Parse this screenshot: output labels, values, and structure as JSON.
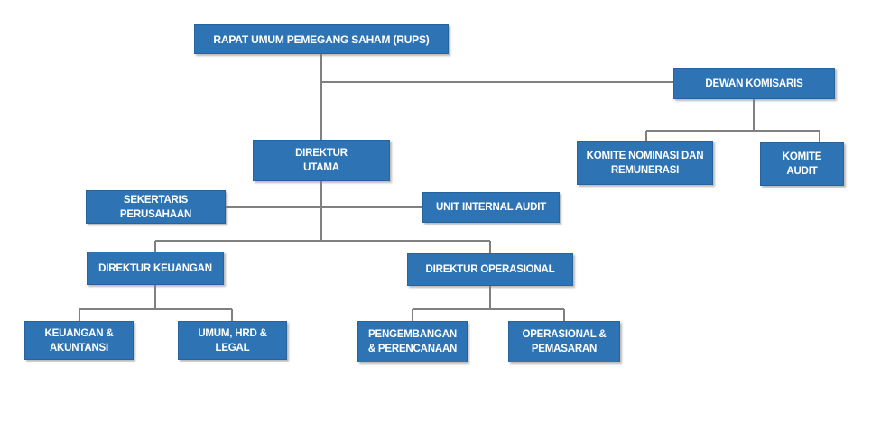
{
  "diagram": {
    "type": "org-chart",
    "colors": {
      "box_fill": "#2E74B5",
      "box_border": "#27649E",
      "box_text": "#FFFFFF",
      "connector": "#808080",
      "background": "#FFFFFF"
    },
    "nodes": {
      "rups": {
        "lines": [
          "RAPAT UMUM PEMEGANG SAHAM (RUPS)"
        ]
      },
      "dewan_komisaris": {
        "lines": [
          "DEWAN KOMISARIS"
        ]
      },
      "direktur_utama": {
        "lines": [
          "DIREKTUR",
          "UTAMA"
        ]
      },
      "komite_nominasi_remunerasi": {
        "lines": [
          "KOMITE NOMINASI DAN",
          "REMUNERASI"
        ]
      },
      "komite_audit": {
        "lines": [
          "KOMITE",
          "AUDIT"
        ]
      },
      "sekertaris_perusahaan": {
        "lines": [
          "SEKERTARIS",
          "PERUSAHAAN"
        ]
      },
      "unit_internal_audit": {
        "lines": [
          "UNIT INTERNAL AUDIT"
        ]
      },
      "direktur_keuangan": {
        "lines": [
          "DIREKTUR KEUANGAN"
        ]
      },
      "direktur_operasional": {
        "lines": [
          "DIREKTUR OPERASIONAL"
        ]
      },
      "keuangan_akuntansi": {
        "lines": [
          "KEUANGAN &",
          "AKUNTANSI"
        ]
      },
      "umum_hrd_legal": {
        "lines": [
          "UMUM, HRD &",
          "LEGAL"
        ]
      },
      "pengembangan_perencanaan": {
        "lines": [
          "PENGEMBANGAN",
          "& PERENCANAAN"
        ]
      },
      "operasional_pemasaran": {
        "lines": [
          "OPERASIONAL &",
          "PEMASARAN"
        ]
      }
    },
    "edges": [
      {
        "from": "rups",
        "to": "dewan_komisaris"
      },
      {
        "from": "rups",
        "to": "direktur_utama"
      },
      {
        "from": "dewan_komisaris",
        "to": "komite_nominasi_remunerasi"
      },
      {
        "from": "dewan_komisaris",
        "to": "komite_audit"
      },
      {
        "from": "direktur_utama",
        "to": "sekertaris_perusahaan"
      },
      {
        "from": "direktur_utama",
        "to": "unit_internal_audit"
      },
      {
        "from": "direktur_utama",
        "to": "direktur_keuangan"
      },
      {
        "from": "direktur_utama",
        "to": "direktur_operasional"
      },
      {
        "from": "direktur_keuangan",
        "to": "keuangan_akuntansi"
      },
      {
        "from": "direktur_keuangan",
        "to": "umum_hrd_legal"
      },
      {
        "from": "direktur_operasional",
        "to": "pengembangan_perencanaan"
      },
      {
        "from": "direktur_operasional",
        "to": "operasional_pemasaran"
      }
    ]
  }
}
